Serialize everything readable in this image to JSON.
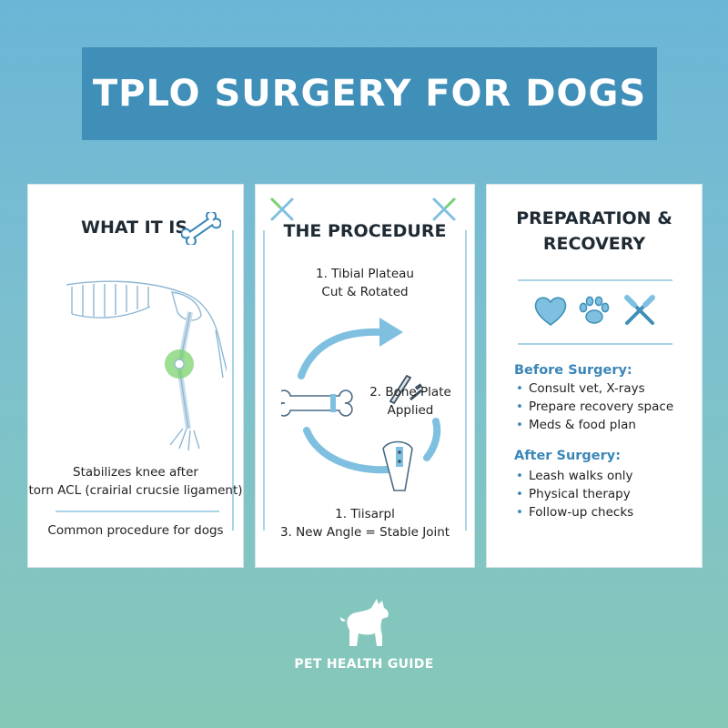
{
  "header": {
    "title": "TPLO SURGERY FOR DOGS"
  },
  "what_it_is": {
    "heading": "WHAT IT IS",
    "icon": "bone-icon",
    "description_line1": "Stabilizes knee after",
    "description_line2": "torn ACL (crairial crucsie ligament)",
    "note": "Common procedure for dogs",
    "highlight_color": "#7ed36f"
  },
  "procedure": {
    "heading": "THE PROCEDURE",
    "step1_line1": "1. Tibial Plateau",
    "step1_line2": "Cut & Rotated",
    "step2_line1": "2. Bone Plate",
    "step2_line2": "Applied",
    "step3_line1": "1. Tiisarpl",
    "step3_line2": "3. New Angle = Stable Joint",
    "arrow_color": "#7fc0e0"
  },
  "recovery": {
    "heading_line1": "PREPARATION &",
    "heading_line2": "RECOVERY",
    "icons": [
      "heart-icon",
      "paw-icon",
      "tools-icon"
    ],
    "before_heading": "Before Surgery:",
    "before_items": [
      "Consult vet, X-rays",
      "Prepare recovery space",
      "Meds & food plan"
    ],
    "after_heading": "After Surgery:",
    "after_items": [
      "Leash walks only",
      "Physical therapy",
      "Follow-up checks"
    ],
    "accent_color": "#3a86b8"
  },
  "footer": {
    "brand": "PET HEALTH GUIDE",
    "icon": "dog-icon"
  }
}
